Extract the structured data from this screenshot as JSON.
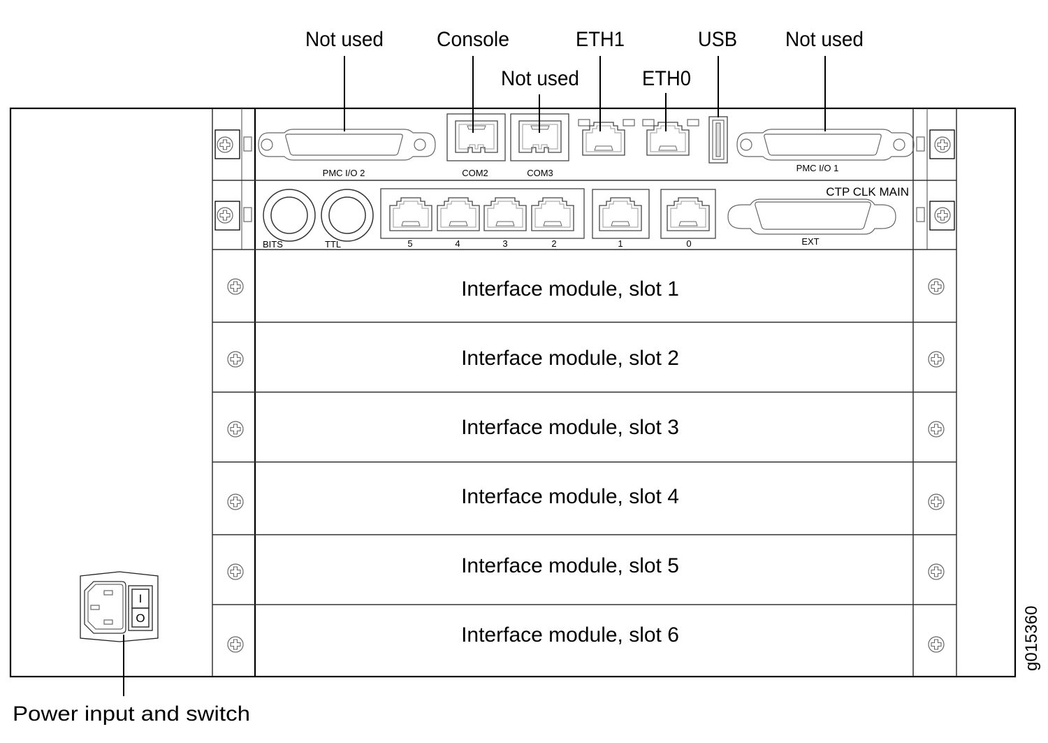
{
  "figure_id": "g015360",
  "callouts": {
    "top_row": [
      {
        "id": "pmc2",
        "label": "Not used"
      },
      {
        "id": "console",
        "label": "Console"
      },
      {
        "id": "eth1",
        "label": "ETH1"
      },
      {
        "id": "usb",
        "label": "USB"
      },
      {
        "id": "pmc1",
        "label": "Not used"
      }
    ],
    "second_row": [
      {
        "id": "com3",
        "label": "Not used"
      },
      {
        "id": "eth0",
        "label": "ETH0"
      }
    ],
    "bottom": {
      "id": "power",
      "label": "Power input and switch"
    }
  },
  "processor_module": {
    "pmc_io_2": "PMC I/O 2",
    "com2": "COM2",
    "com3": "COM3",
    "pmc_io_1": "PMC I/O 1"
  },
  "clock_module": {
    "title": "CTP CLK MAIN",
    "bits": "BITS",
    "ttl": "TTL",
    "ports": [
      "5",
      "4",
      "3",
      "2",
      "1",
      "0"
    ],
    "ext": "EXT"
  },
  "slots": [
    {
      "label": "Interface module, slot 1"
    },
    {
      "label": "Interface module, slot 2"
    },
    {
      "label": "Interface module, slot 3"
    },
    {
      "label": "Interface module, slot 4"
    },
    {
      "label": "Interface module, slot 5"
    },
    {
      "label": "Interface module, slot 6"
    }
  ],
  "power_switch": {
    "on_symbol": "I",
    "off_symbol": "O"
  }
}
